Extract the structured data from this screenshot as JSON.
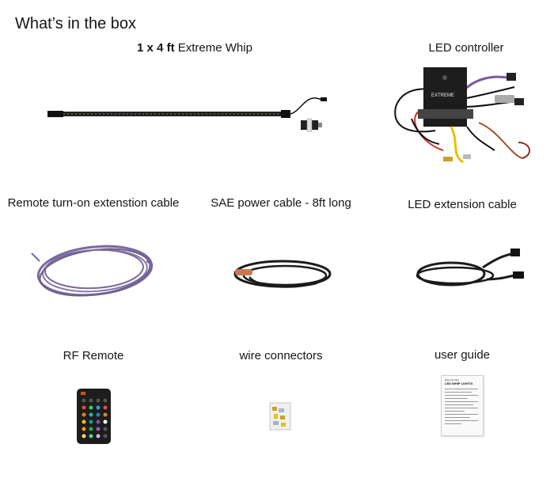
{
  "title": "What’s in the box",
  "items": [
    {
      "qty": "1 x 4 ft",
      "name": "Extreme Whip"
    },
    {
      "name": "LED controller"
    },
    {
      "name": "Remote turn-on extenstion cable"
    },
    {
      "name": "SAE power cable - 8ft long"
    },
    {
      "name": "LED extension cable"
    },
    {
      "name": "RF Remote"
    },
    {
      "name": "wire connectors"
    },
    {
      "name": "user guide"
    }
  ],
  "guide": {
    "brand": "Extreme Sign",
    "heading": "LED WHIP LIGHTS"
  },
  "colors": {
    "text": "#151515",
    "whip": "#222222",
    "purple_wire": "#7a6a9c",
    "cable": "#1b1b1b",
    "sae_tip": "#c97a4a",
    "box": "#1d1d1d"
  }
}
